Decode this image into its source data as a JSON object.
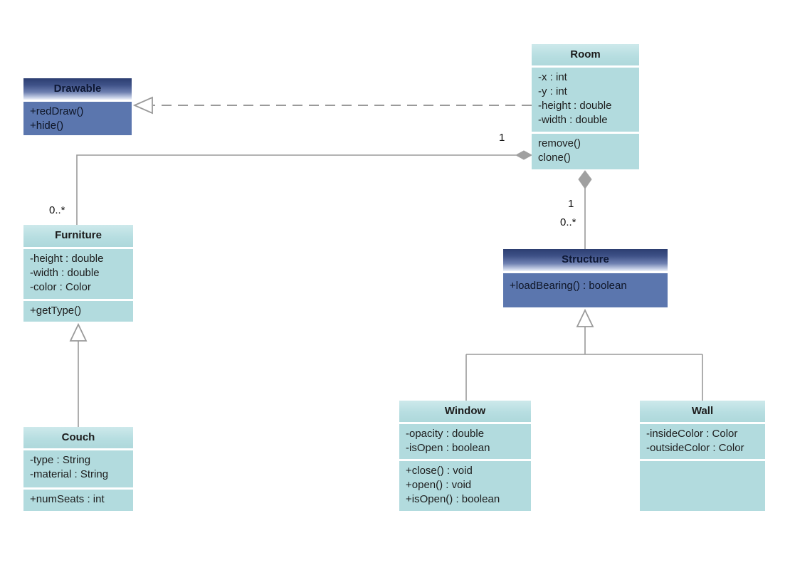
{
  "classes": {
    "drawable": {
      "name": "Drawable",
      "attributes": [],
      "methods": [
        "+redDraw()",
        "+hide()"
      ]
    },
    "room": {
      "name": "Room",
      "attributes": [
        "-x : int",
        "-y : int",
        "-height : double",
        "-width : double"
      ],
      "methods": [
        "remove()",
        "clone()"
      ]
    },
    "furniture": {
      "name": "Furniture",
      "attributes": [
        "-height : double",
        "-width : double",
        "-color : Color"
      ],
      "methods": [
        "+getType()"
      ]
    },
    "couch": {
      "name": "Couch",
      "attributes": [
        "-type : String",
        "-material : String"
      ],
      "methods": [
        "+numSeats : int"
      ]
    },
    "structure": {
      "name": "Structure",
      "attributes": [],
      "methods": [
        "+loadBearing() : boolean"
      ]
    },
    "window": {
      "name": "Window",
      "attributes": [
        "-opacity : double",
        "-isOpen : boolean"
      ],
      "methods": [
        "+close() : void",
        "+open() : void",
        "+isOpen() : boolean"
      ]
    },
    "wall": {
      "name": "Wall",
      "attributes": [
        "-insideColor : Color",
        "-outsideColor : Color"
      ],
      "methods": []
    }
  },
  "relationships": {
    "room_drawable": {
      "type": "realization"
    },
    "furniture_room": {
      "type": "composition",
      "source_label": "0..*",
      "target_label": "1"
    },
    "structure_room": {
      "type": "composition",
      "source_label": "0..*",
      "target_label": "1"
    },
    "structure_window_wall": {
      "type": "generalization"
    },
    "furniture_couch": {
      "type": "generalization"
    }
  },
  "colors": {
    "teal_body": "#b2dbde",
    "blue_body": "#5b76ae",
    "header_navy": "#2c3e71",
    "line_gray": "#9a9a9a",
    "diamond_gray": "#a0a0a0"
  }
}
